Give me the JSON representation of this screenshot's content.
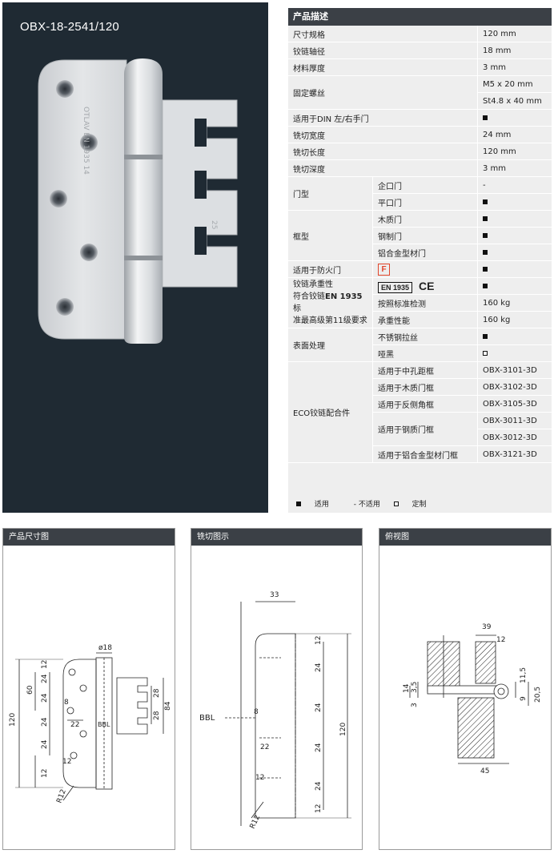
{
  "model": "OBX-18-2541/120",
  "spec": {
    "header": "产品描述",
    "rows": [
      {
        "label": "尺寸规格",
        "value": "120 mm"
      },
      {
        "label": "铰链轴径",
        "value": "18 mm"
      },
      {
        "label": "材料厚度",
        "value": "3 mm"
      },
      {
        "label": "固定螺丝",
        "values": [
          "M5 x 20 mm",
          "St4.8 x 40 mm"
        ]
      },
      {
        "label": "适用于DIN  左/右手门",
        "mark": "filled"
      },
      {
        "label": "铣切宽度",
        "value": "24 mm"
      },
      {
        "label": "铣切长度",
        "value": "120 mm"
      },
      {
        "label": "铣切深度",
        "value": "3 mm"
      }
    ],
    "door_type": {
      "label": "门型",
      "items": [
        {
          "name": "企口门",
          "mark": "-"
        },
        {
          "name": "平口门",
          "mark": "filled"
        }
      ]
    },
    "frame_type": {
      "label": "框型",
      "items": [
        {
          "name": "木质门",
          "mark": "filled"
        },
        {
          "name": "钢制门",
          "mark": "filled"
        },
        {
          "name": "铝合金型材门",
          "mark": "filled"
        }
      ]
    },
    "fire_door": {
      "label": "适用于防火门",
      "badge": "F",
      "mark": "filled"
    },
    "load": {
      "label": "铰链承重性符合铰链EN 1935标准最高级第11级要求",
      "label_prefix": "铰链承重性",
      "label_line2a": "符合铰链",
      "label_bold": "EN 1935",
      "label_line2b": "标",
      "label_line3": "准最高级第11级要求",
      "en_badge": "EN 1935",
      "ce": "CE",
      "mark": "filled",
      "items": [
        {
          "name": "按照标准检测",
          "value": "160 kg"
        },
        {
          "name": "承重性能",
          "value": "160 kg"
        }
      ]
    },
    "surface": {
      "label": "表面处理",
      "items": [
        {
          "name": "不锈钢拉丝",
          "mark": "filled"
        },
        {
          "name": "哑黑",
          "mark": "open"
        }
      ]
    },
    "eco": {
      "label": "ECO铰链配合件",
      "items": [
        {
          "name": "适用于中孔距框",
          "values": [
            "OBX-3101-3D"
          ]
        },
        {
          "name": "适用于木质门框",
          "values": [
            "OBX-3102-3D"
          ]
        },
        {
          "name": "适用于反侧角框",
          "values": [
            "OBX-3105-3D"
          ]
        },
        {
          "name": "适用于钢质门框",
          "values": [
            "OBX-3011-3D",
            "OBX-3012-3D"
          ]
        },
        {
          "name": "适用于铝合金型材门框",
          "values": [
            "OBX-3121-3D"
          ]
        }
      ]
    },
    "legend": {
      "applicable": "适用",
      "not_applicable": "- 不适用",
      "custom": "定制"
    }
  },
  "drawings": {
    "dimension": {
      "title": "产品尺寸图",
      "labels": {
        "dia": "ø18",
        "d120": "120",
        "d60": "60",
        "d24a": "24",
        "d24b": "24",
        "d24c": "24",
        "d24d": "24",
        "d8": "8",
        "d22": "22",
        "d12a": "12",
        "d12b": "12",
        "d12c": "12",
        "bbl": "BBL",
        "d28a": "28",
        "d28b": "28",
        "d84": "84",
        "r12": "R12"
      }
    },
    "milling": {
      "title": "铣切图示",
      "labels": {
        "d33": "33",
        "d12a": "12",
        "d24a": "24",
        "d24b": "24",
        "d24c": "24",
        "d24d": "24",
        "d12b": "12",
        "d120": "120",
        "d8": "8",
        "d22": "22",
        "d12c": "12",
        "bbl": "BBL",
        "r12": "R12"
      }
    },
    "top": {
      "title": "俯视图",
      "labels": {
        "d39": "39",
        "d12": "12",
        "d14": "14",
        "d3_5": "3,5",
        "d3": "3",
        "d11_5": "11,5",
        "d9": "9",
        "d20_5": "20,5",
        "d45": "45"
      }
    }
  }
}
